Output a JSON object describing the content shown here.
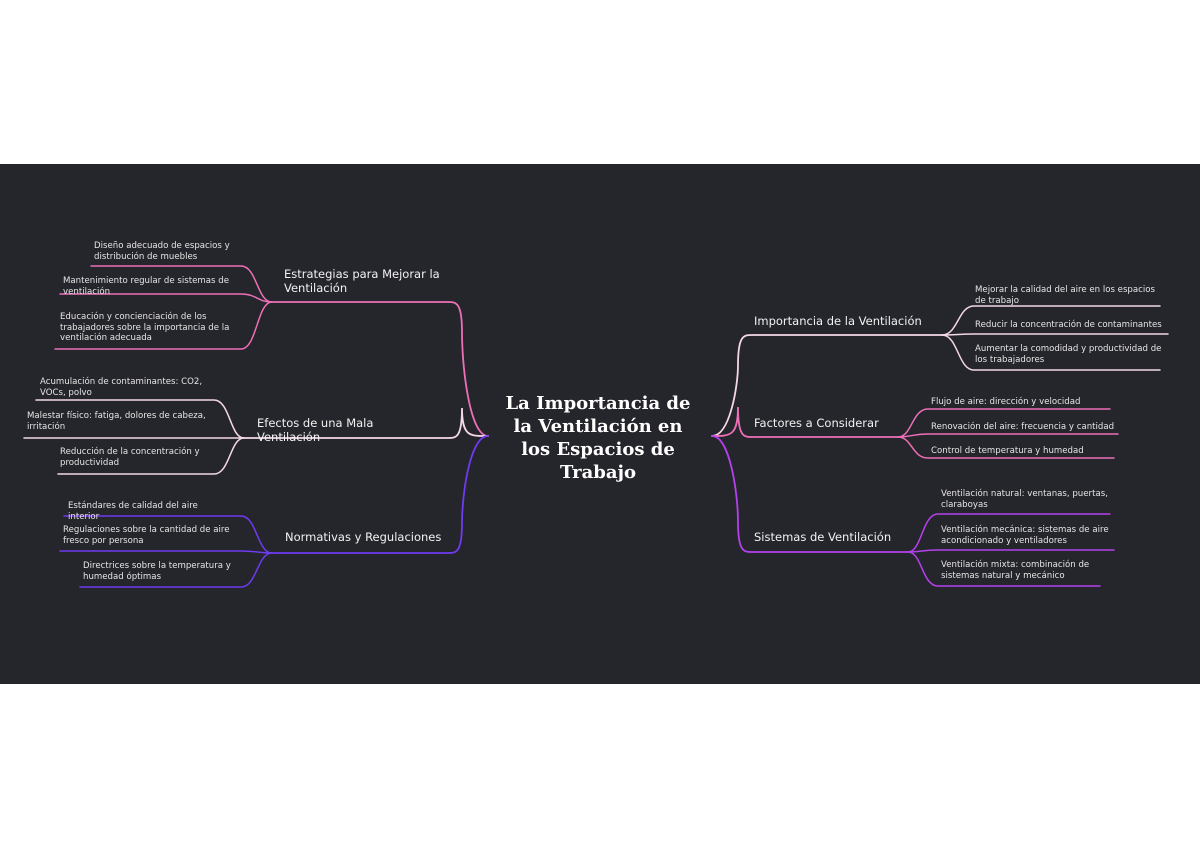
{
  "central_topic": "La Importancia de la Ventilación en los Espacios de Trabajo",
  "colors": {
    "background": "#25252c",
    "pink": "#ec70b6",
    "pale_pink": "#f4d8e6",
    "purple": "#8a44e8",
    "violet": "#6e3bf0",
    "magenta": "#b441ec"
  },
  "branches": [
    {
      "label": "Estrategias para Mejorar la Ventilación",
      "color": "#ec70b6",
      "leaves": [
        "Diseño adecuado de espacios y distribución de muebles",
        "Mantenimiento regular de sistemas de ventilación",
        "Educación y concienciación de los trabajadores sobre la importancia de la ventilación adecuada"
      ]
    },
    {
      "label": "Efectos de una Mala Ventilación",
      "color": "#f4d8e6",
      "leaves": [
        "Acumulación de contaminantes: CO2, VOCs, polvo",
        "Malestar físico: fatiga, dolores de cabeza, irritación",
        "Reducción de la concentración y productividad"
      ]
    },
    {
      "label": "Normativas y Regulaciones",
      "color": "#6e3bf0",
      "leaves": [
        "Estándares de calidad del aire interior",
        "Regulaciones sobre la cantidad de aire fresco por persona",
        "Directrices sobre la temperatura y humedad óptimas"
      ]
    },
    {
      "label": "Importancia de la Ventilación",
      "color": "#f4d8e6",
      "leaves": [
        "Mejorar la calidad del aire en los espacios de trabajo",
        "Reducir la concentración de contaminantes",
        "Aumentar la comodidad y productividad de los trabajadores"
      ]
    },
    {
      "label": "Factores a Considerar",
      "color": "#ec70b6",
      "leaves": [
        "Flujo de aire: dirección y velocidad",
        "Renovación del aire: frecuencia y cantidad",
        "Control de temperatura y humedad"
      ]
    },
    {
      "label": "Sistemas de Ventilación",
      "color": "#b441ec",
      "leaves": [
        "Ventilación natural: ventanas, puertas, claraboyas",
        "Ventilación mecánica: sistemas de aire acondicionado y ventiladores",
        "Ventilación mixta: combinación de sistemas natural y mecánico"
      ]
    }
  ]
}
